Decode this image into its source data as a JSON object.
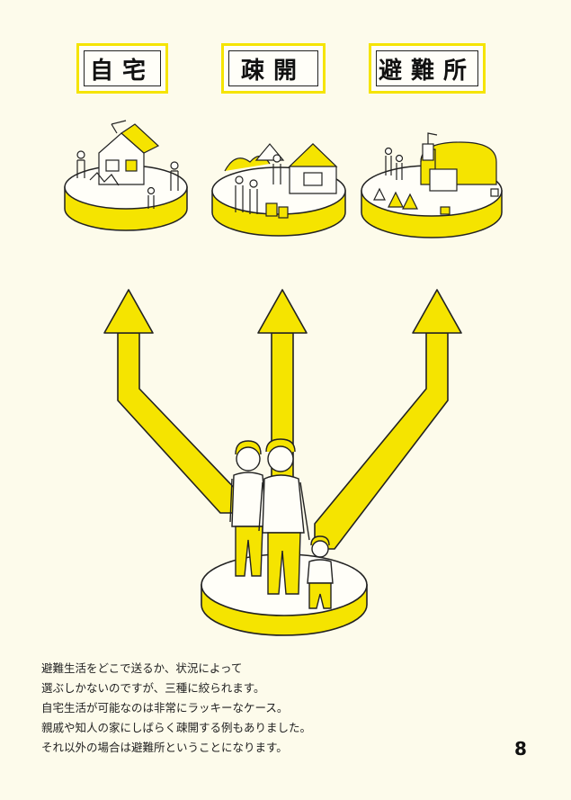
{
  "labels": [
    "自宅",
    "疎開",
    "避難所"
  ],
  "caption_lines": [
    "避難生活をどこで送るか、状況によって",
    "選ぶしかないのですが、三種に絞られます。",
    "自宅生活が可能なのは非常にラッキーなケース。",
    "親戚や知人の家にしばらく疎開する例もありました。",
    "それ以外の場合は避難所ということになります。"
  ],
  "page_number": "8",
  "colors": {
    "accent": "#f5e400",
    "background": "#fdfbeb",
    "ink": "#222222"
  }
}
